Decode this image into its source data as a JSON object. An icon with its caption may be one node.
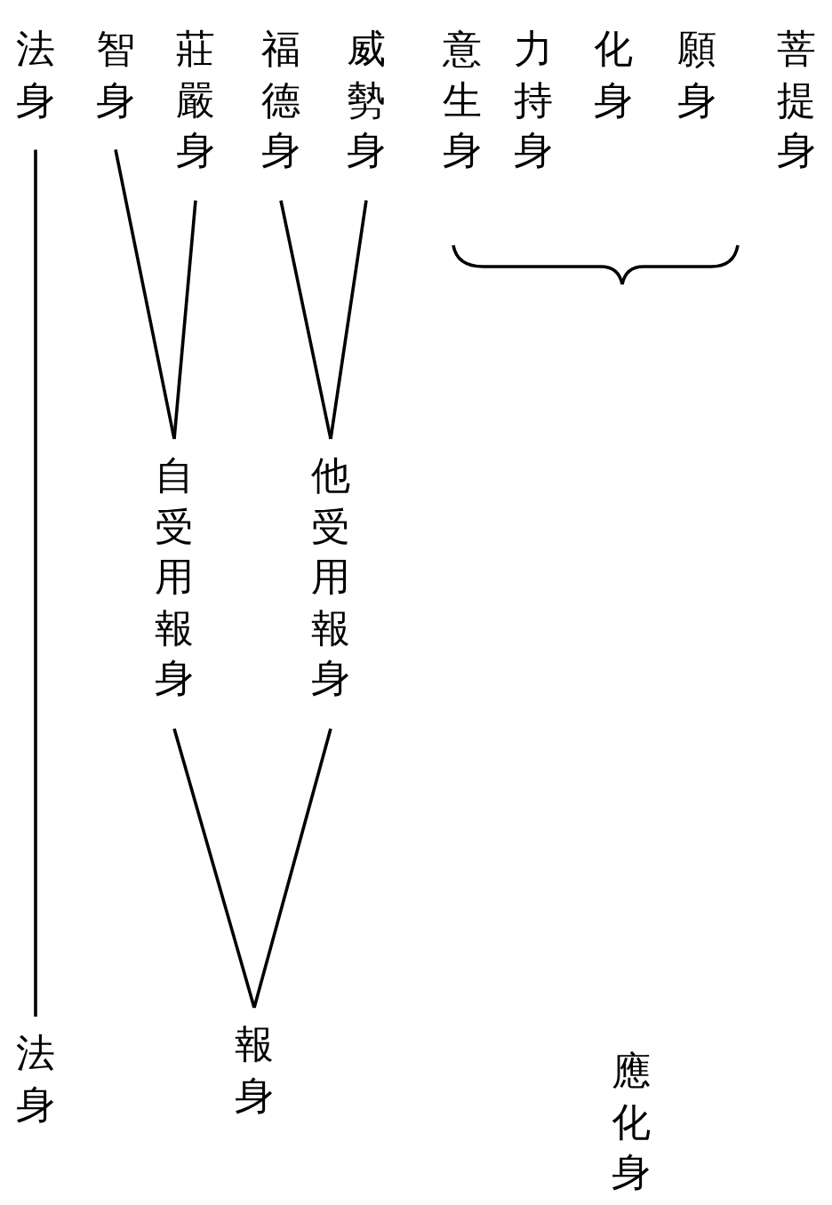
{
  "diagram": {
    "nodes": [
      {
        "text": [
          "法身"
        ]
      },
      {
        "text": [
          "智身"
        ]
      },
      {
        "text": [
          "莊嚴身"
        ]
      },
      {
        "text": [
          "福德身"
        ]
      },
      {
        "text": [
          "威勢身"
        ]
      },
      {
        "text": [
          "意生身"
        ]
      },
      {
        "text": [
          "力持身"
        ]
      },
      {
        "text": [
          "化身"
        ]
      },
      {
        "text": [
          "願身"
        ]
      },
      {
        "text": [
          "菩提身"
        ]
      },
      {
        "text": [
          "自受用報身"
        ]
      },
      {
        "text": [
          "他受用報身"
        ]
      },
      {
        "text": [
          "法身"
        ]
      },
      {
        "text": [
          "報身"
        ]
      },
      {
        "text": [
          "應化身"
        ]
      }
    ],
    "edges": [
      {
        "from": 0,
        "to": 12,
        "arrow": "none"
      },
      {
        "from": 1,
        "to": 10,
        "arrow": "none"
      },
      {
        "from": 2,
        "to": 10,
        "arrow": "none"
      },
      {
        "from": 3,
        "to": 11,
        "arrow": "none"
      },
      {
        "from": 4,
        "to": 11,
        "arrow": "none"
      },
      {
        "from": 10,
        "to": 13,
        "arrow": "none"
      },
      {
        "from": 11,
        "to": 13,
        "arrow": "none"
      }
    ]
  }
}
